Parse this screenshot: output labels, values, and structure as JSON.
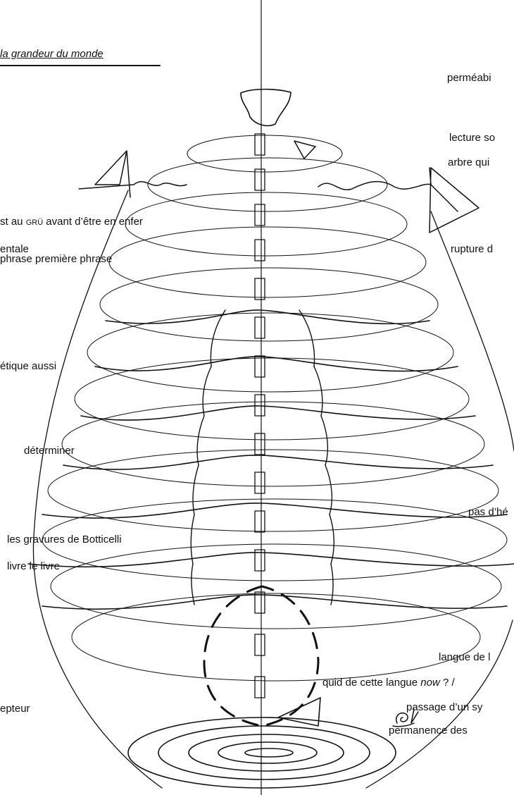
{
  "header": {
    "title": "la grandeur du monde"
  },
  "left_labels": {
    "l1_a": "st au ",
    "l1_b": "grü",
    "l1_c": " avant d’être en enfer",
    "l2": "entale",
    "l3": "phrase première phrase",
    "l4": "étique aussi",
    "l5": "déterminer",
    "l6": "les gravures de Botticelli",
    "l7": "livre le livre",
    "l8": "epteur"
  },
  "right_labels": {
    "r1": "perméabi",
    "r2": "lecture so",
    "r3": "arbre qui",
    "r4": "rupture d",
    "r5": "pas d’hé",
    "r6": "langue de l",
    "r7_a": "quid de cette langue ",
    "r7_b": "now",
    "r7_c": " ? / ",
    "r8": "passage d’un sy",
    "r9": "permanence des"
  },
  "colors": {
    "ink": "#111111",
    "background": "#ffffff"
  },
  "icons": {
    "bottom_right": "snail-icon"
  }
}
